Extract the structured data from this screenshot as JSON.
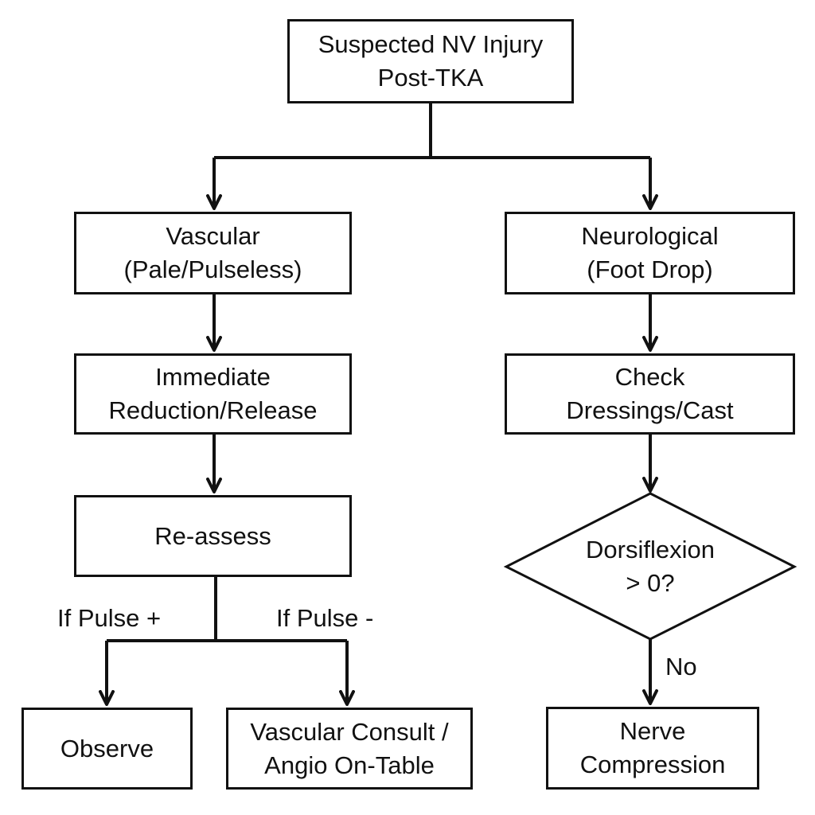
{
  "nodes": {
    "start": {
      "line1": "Suspected NV Injury",
      "line2": "Post-TKA"
    },
    "vascular": {
      "line1": "Vascular",
      "line2": "(Pale/Pulseless)"
    },
    "neurological": {
      "line1": "Neurological",
      "line2": "(Foot Drop)"
    },
    "immediate": {
      "line1": "Immediate",
      "line2": "Reduction/Release"
    },
    "check": {
      "line1": "Check",
      "line2": "Dressings/Cast"
    },
    "reassess": {
      "line1": "Re-assess"
    },
    "dorsiflexion": {
      "line1": "Dorsiflexion",
      "line2": "> 0?"
    },
    "observe": {
      "line1": "Observe"
    },
    "consult": {
      "line1": "Vascular Consult /",
      "line2": "Angio On-Table"
    },
    "nerve": {
      "line1": "Nerve",
      "line2": "Compression"
    }
  },
  "edge_labels": {
    "pulse_pos": "If Pulse +",
    "pulse_neg": "If Pulse -",
    "no": "No"
  }
}
